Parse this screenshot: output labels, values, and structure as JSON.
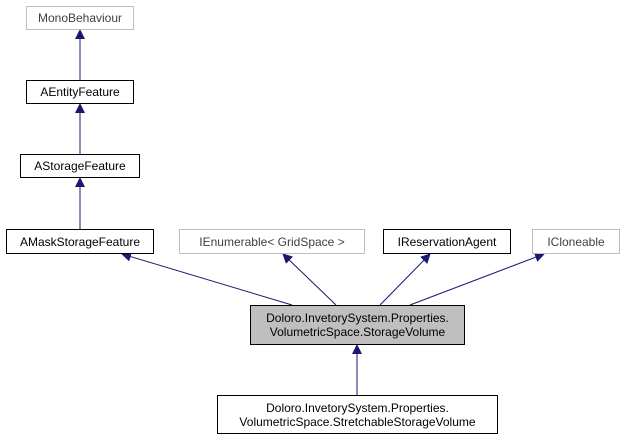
{
  "colors": {
    "edge": "#191970",
    "border": "#000000",
    "external_border": "#bfbfbf",
    "current_fill": "#bfbfbf",
    "background": "#ffffff"
  },
  "nodes": {
    "monobehaviour": {
      "label": "MonoBehaviour"
    },
    "aentityfeature": {
      "label": "AEntityFeature"
    },
    "astoragefeature": {
      "label": "AStorageFeature"
    },
    "amaskstoragefeature": {
      "label": "AMaskStorageFeature"
    },
    "ienumerable": {
      "label": "IEnumerable< GridSpace >"
    },
    "ireservationagent": {
      "label": "IReservationAgent"
    },
    "icloneable": {
      "label": "ICloneable"
    },
    "storagevolume": {
      "line1": "Doloro.InvetorySystem.Properties.",
      "line2": "VolumetricSpace.StorageVolume"
    },
    "stretchable": {
      "line1": "Doloro.InvetorySystem.Properties.",
      "line2": "VolumetricSpace.StretchableStorageVolume"
    }
  }
}
